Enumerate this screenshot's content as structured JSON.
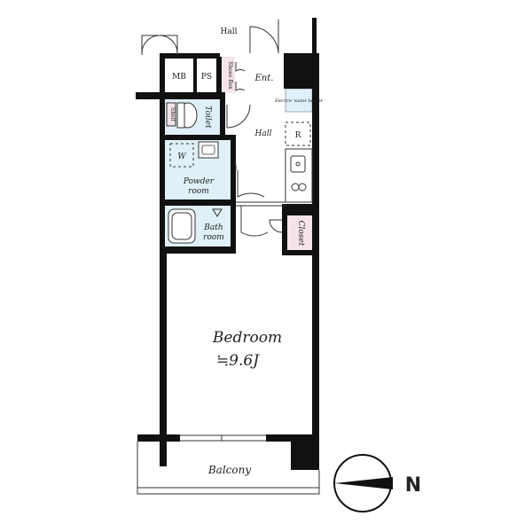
{
  "plan": {
    "labels": {
      "hall_top": "Hall",
      "mb": "MB",
      "ps": "PS",
      "shoes_box": "Shoes Box",
      "entrance": "Ent.",
      "water_heater": "Electric water heater",
      "shelf": "Shelf",
      "toilet": "Toilet",
      "hall_inner": "Hall",
      "fridge": "R",
      "washer": "W",
      "powder_room_1": "Powder",
      "powder_room_2": "room",
      "bath_1": "Bath",
      "bath_2": "room",
      "closet": "Closet",
      "bedroom": "Bedroom",
      "bedroom_size": "≒9.6J",
      "balcony": "Balcony"
    },
    "compass": {
      "direction": "N",
      "arrow_points": "left"
    },
    "colors": {
      "wall": "#111111",
      "wet_area": "#dff0f8",
      "closet": "#f6e4ea",
      "outline": "#333333",
      "window": "#bbbbbb"
    }
  }
}
